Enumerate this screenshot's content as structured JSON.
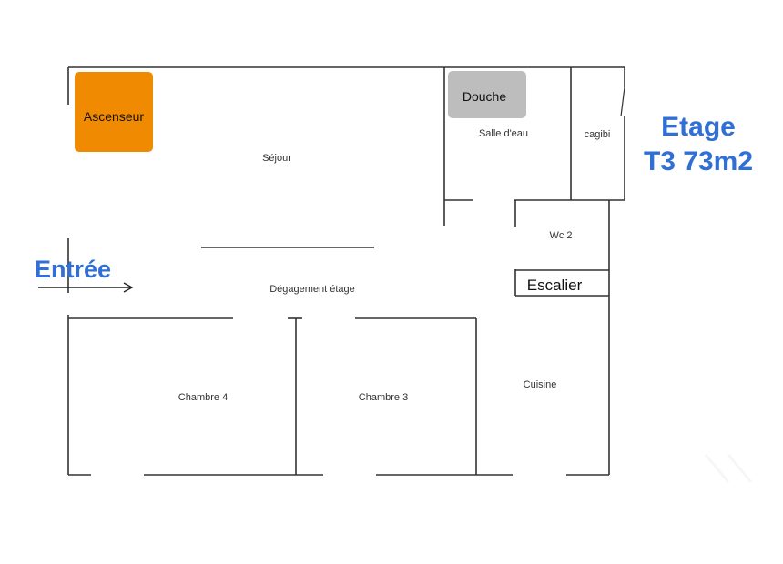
{
  "plan": {
    "heading_line1": "Etage",
    "heading_line2": "T3 73m2",
    "entry_label": "Entrée",
    "rooms": {
      "sejour": "Séjour",
      "salle_eau": "Salle d'eau",
      "cagibi": "cagibi",
      "wc": "Wc 2",
      "degagement": "Dégagement étage",
      "chambre4": "Chambre 4",
      "chambre3": "Chambre 3",
      "cuisine": "Cuisine"
    },
    "boxes": {
      "ascenseur": "Ascenseur",
      "douche": "Douche",
      "escalier": "Escalier"
    }
  },
  "colors": {
    "heading": "#2f6fd6",
    "ascenseur": "#f08a00",
    "douche": "#bdbdbd",
    "walls": "#333333"
  }
}
